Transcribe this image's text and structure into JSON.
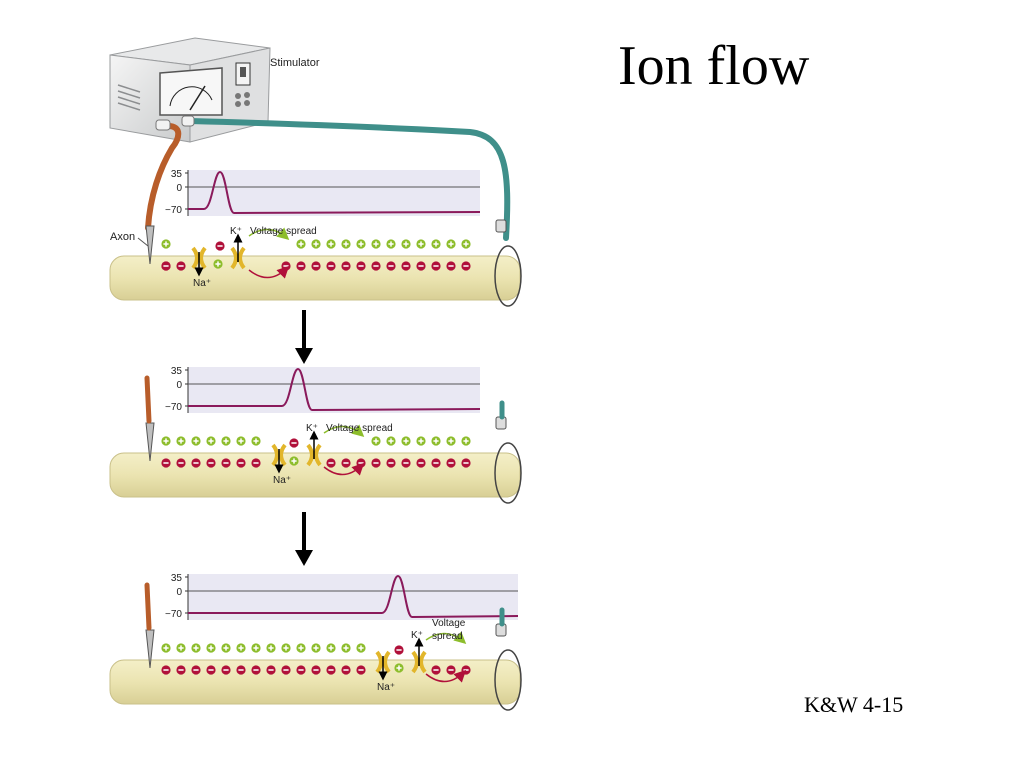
{
  "slide": {
    "title": "Ion flow",
    "citation": "K&W 4-15"
  },
  "diagram": {
    "stimulator_label": "Stimulator",
    "axon_label": "Axon",
    "y_ticks": [
      "35",
      "0",
      "−70"
    ],
    "panels": [
      {
        "k_label": "K⁺",
        "na_label": "Na⁺",
        "voltage_spread_label": "Voltage spread"
      },
      {
        "k_label": "K⁺",
        "na_label": "Na⁺",
        "voltage_spread_label": "Voltage spread"
      },
      {
        "k_label": "K⁺",
        "na_label": "Na⁺",
        "voltage_spread_label_line1": "Voltage",
        "voltage_spread_label_line2": "spread"
      }
    ]
  },
  "colors": {
    "axon_fill": "#ece6b4",
    "axon_stroke": "#c9c089",
    "trace": "#8a1a5b",
    "plus_charge": "#8dbd2c",
    "minus_charge": "#b0103a",
    "left_wire": "#b85d2a",
    "right_wire": "#3f8f8a"
  }
}
